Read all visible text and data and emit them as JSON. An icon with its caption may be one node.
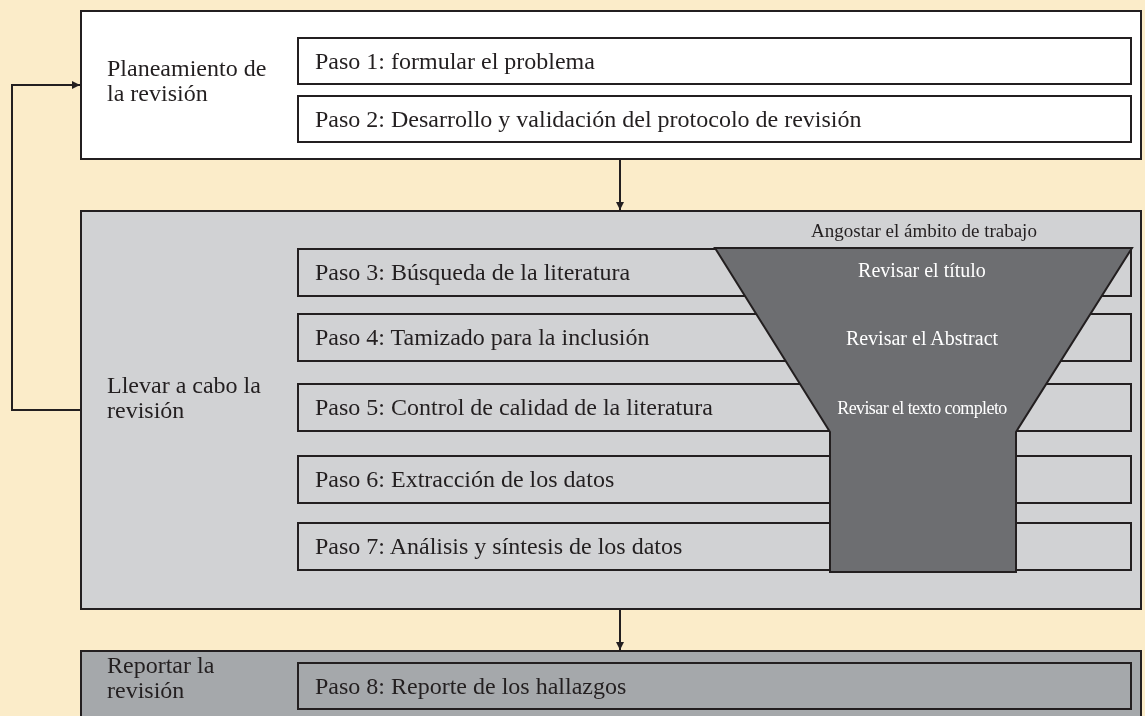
{
  "diagram": {
    "nodes": [
      {
        "text": [
          "Planeamiento de la revisión"
        ]
      },
      {
        "text": [
          "Paso 1: formular el problema"
        ],
        "in": 0
      },
      {
        "text": [
          "Paso 2: Desarrollo y validación del protocolo de revisión"
        ],
        "in": 0
      },
      {
        "text": [
          "Llevar a cabo la revisión"
        ]
      },
      {
        "text": [
          "Paso 3: Búsqueda de la literatura"
        ],
        "in": 3
      },
      {
        "text": [
          "Paso 4: Tamizado para la inclusión"
        ],
        "in": 3
      },
      {
        "text": [
          "Paso 5: Control de calidad de la literatura"
        ],
        "in": 3
      },
      {
        "text": [
          "Paso 6: Extracción de los datos"
        ],
        "in": 3
      },
      {
        "text": [
          "Paso 7: Análisis y síntesis de los datos"
        ],
        "in": 3
      },
      {
        "text": [
          "Angostar el ámbito de trabajo",
          "Revisar el título",
          "Revisar el Abstract",
          "Revisar el texto completo"
        ],
        "in": 3
      },
      {
        "text": [
          "Reportar la revisión"
        ]
      },
      {
        "text": [
          "Paso 8: Reporte de los hallazgos"
        ],
        "in": 10
      }
    ],
    "edges": [
      {
        "from": 3,
        "to": 0,
        "arrow": "to"
      },
      {
        "from": 0,
        "to": 3,
        "arrow": "to"
      },
      {
        "from": 3,
        "to": 10,
        "arrow": "to"
      }
    ]
  }
}
